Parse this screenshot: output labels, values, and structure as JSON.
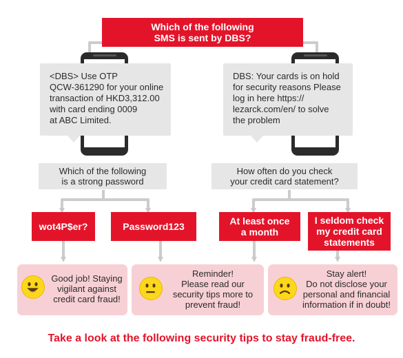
{
  "header_question": [
    "Which of the following",
    "SMS is sent by DBS?"
  ],
  "sms_left": [
    "<DBS> Use OTP",
    "QCW-361290 for your online",
    "transaction of HKD3,312.00",
    "with card ending 0009",
    "at ABC Limited."
  ],
  "sms_right": [
    "DBS: Your cards is on hold",
    "for security reasons Please",
    "log in here https://",
    "lezarck.com/en/ to solve",
    "the problem"
  ],
  "question_left": [
    "Which of the following",
    "is a strong password"
  ],
  "question_right": [
    "How often do you check",
    "your credit card statement?"
  ],
  "answers": {
    "wot4pser": "wot4P$er?",
    "password123": "Password123",
    "monthly": [
      "At least once",
      "a month"
    ],
    "seldom": [
      "I seldom check",
      "my credit card",
      "statements"
    ]
  },
  "outcomes": {
    "good_job": [
      "Good job! Staying",
      "vigilant against",
      "credit card fraud!"
    ],
    "reminder": [
      "Reminder!",
      "Please read our",
      "security tips more to",
      "prevent fraud!"
    ],
    "stay_alert": [
      "Stay alert!",
      "Do not disclose your",
      "personal and financial",
      "information if in doubt!"
    ]
  },
  "footer": "Take a look at the following security tips to stay fraud-free.",
  "emoji_icons": [
    "grinning-face-icon",
    "neutral-face-icon",
    "frowning-face-icon"
  ],
  "colors": {
    "brand_red": "#e3142a",
    "grey_box": "#e6e6e6",
    "pink_box": "#f7d0d5",
    "connector": "#cccccc",
    "phone": "#2b2b2b",
    "emoji_yellow": "#fcd81c"
  }
}
